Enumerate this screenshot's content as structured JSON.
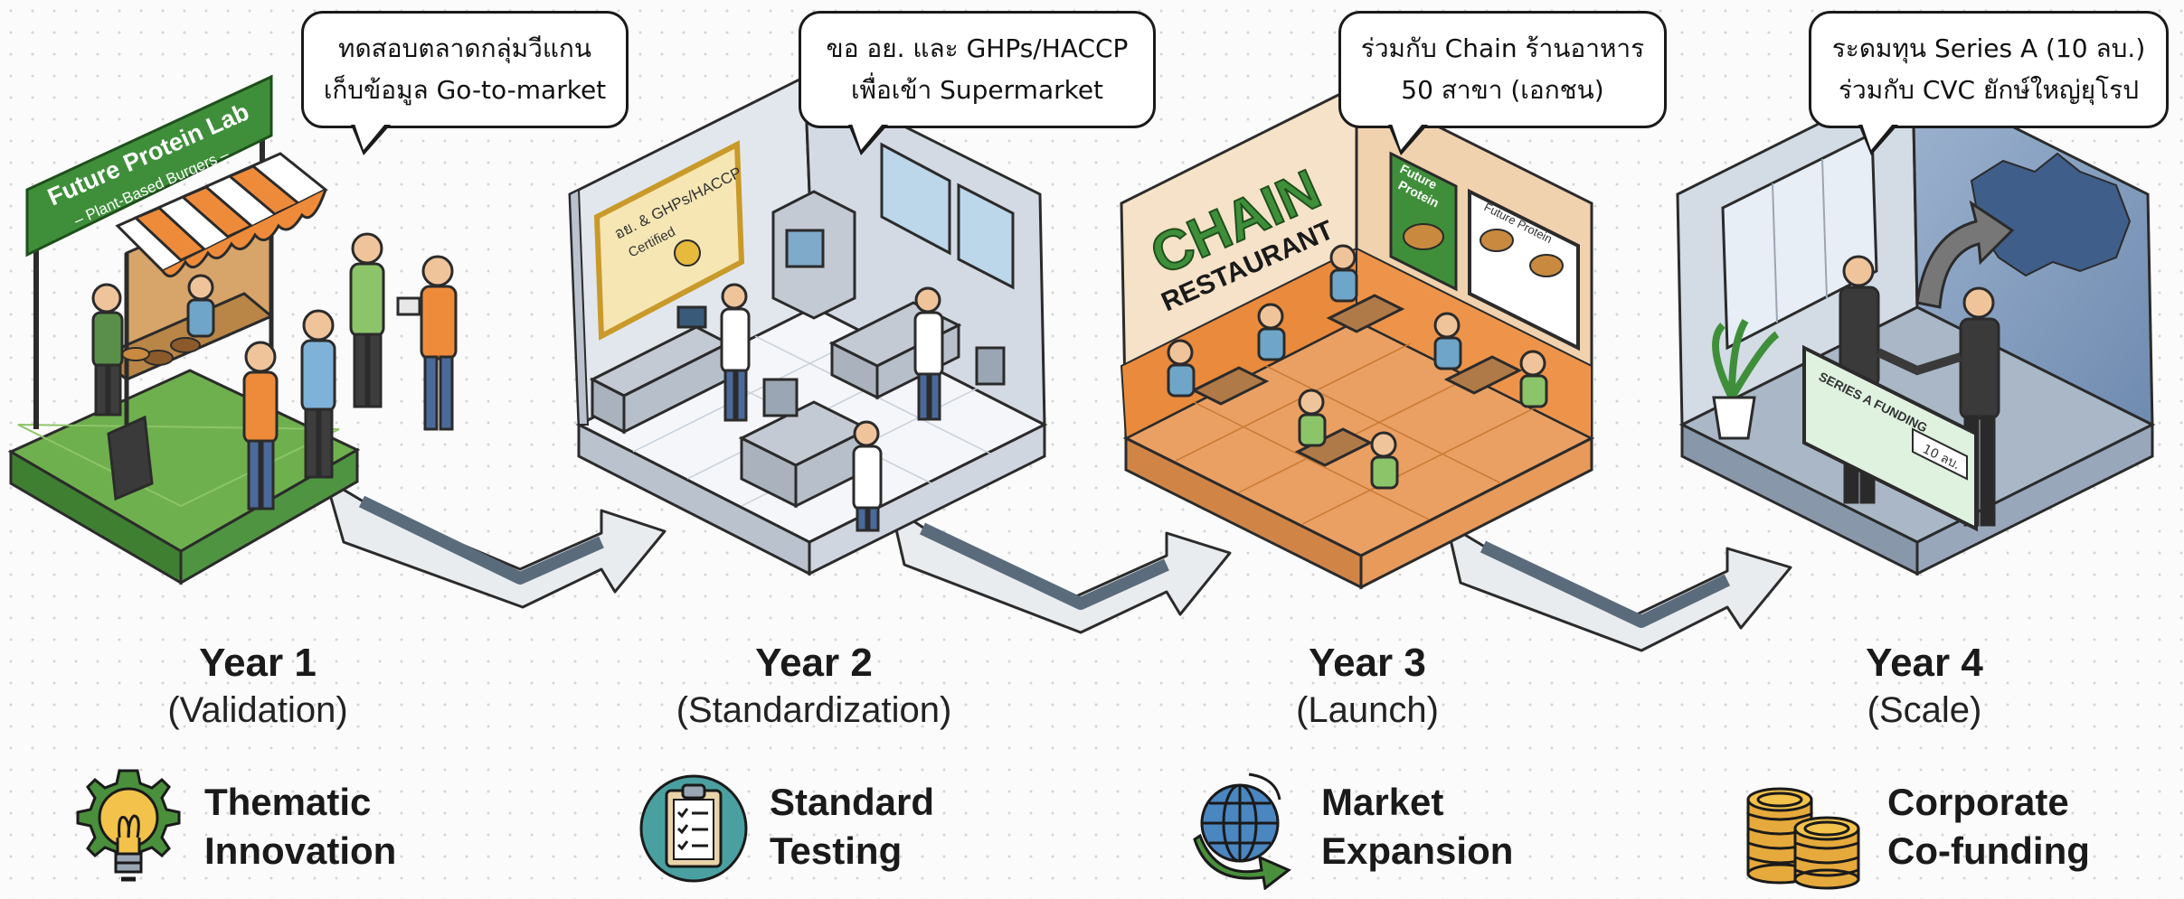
{
  "stages": [
    {
      "sign": [
        "Future Protein Lab",
        "– Plant-Based Burgers –"
      ],
      "bubble": [
        "ทดสอบตลาดกลุ่มวีแกน",
        "เก็บข้อมูล Go-to-market"
      ],
      "year": "Year 1",
      "phase": "(Validation)",
      "theme": [
        "Thematic",
        "Innovation"
      ],
      "icon": "lightbulb-gear-icon"
    },
    {
      "certificate": [
        "อย. & GHPs/HACCP",
        "Certified"
      ],
      "bubble": [
        "ขอ อย. และ GHPs/HACCP",
        "เพื่อเข้า Supermarket"
      ],
      "year": "Year 2",
      "phase": "(Standardization)",
      "theme": [
        "Standard",
        "Testing"
      ],
      "icon": "clipboard-checklist-icon"
    },
    {
      "wall_text": [
        "CHAIN",
        "RESTAURANT"
      ],
      "poster": [
        "Future",
        "Protein"
      ],
      "menu": "Future Protein",
      "bubble": [
        "ร่วมกับ Chain ร้านอาหาร",
        "50 สาขา (เอกชน)"
      ],
      "year": "Year 3",
      "phase": "(Launch)",
      "theme": [
        "Market",
        "Expansion"
      ],
      "icon": "globe-arrow-icon"
    },
    {
      "check": [
        "SERIES A FUNDING",
        "10 ลบ."
      ],
      "bubble": [
        "ระดมทุน Series A (10 ลบ.)",
        "ร่วมกับ CVC ยักษ์ใหญ่ยุโรป"
      ],
      "year": "Year 4",
      "phase": "(Scale)",
      "theme": [
        "Corporate",
        "Co-funding"
      ],
      "icon": "coin-stacks-icon"
    }
  ],
  "colors": {
    "green": "#4a8f3c",
    "orange": "#ea8a3c",
    "blue_gray": "#a9b7c6",
    "tan": "#eed4b4",
    "dark": "#1a1a1a",
    "arrow": "#5a6b7b"
  }
}
